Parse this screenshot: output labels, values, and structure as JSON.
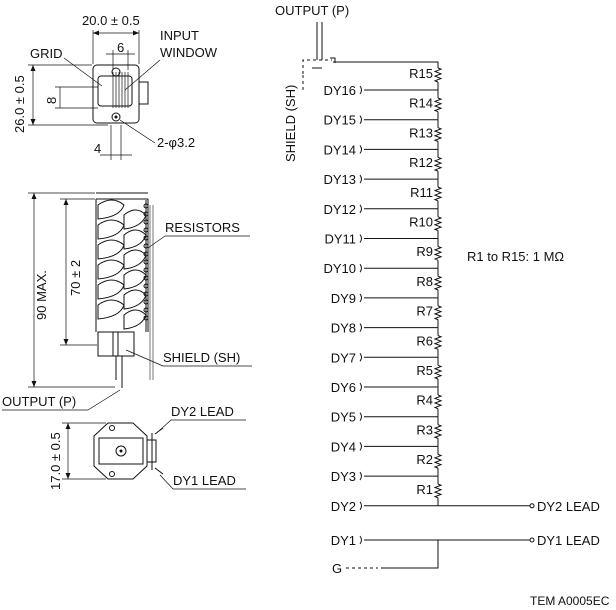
{
  "dimensions": {
    "width_top": "20.0 ± 0.5",
    "window": "6",
    "height_top": "26.0 ± 0.5",
    "inner": "8",
    "pin_space": "4",
    "holes": "2-φ3.2",
    "max_length": "90 MAX.",
    "body_length": "70 ± 2",
    "bottom_h": "17.0 ± 0.5"
  },
  "labels": {
    "grid": "GRID",
    "input_window_1": "INPUT",
    "input_window_2": "WINDOW",
    "resistors": "RESISTORS",
    "shield_sh": "SHIELD (SH)",
    "output_p": "OUTPUT (P)",
    "dy2_lead": "DY2 LEAD",
    "dy1_lead": "DY1 LEAD"
  },
  "schematic": {
    "output": "OUTPUT (P)",
    "shield": "SHIELD (SH)",
    "resistor_note": "R1 to R15: 1 MΩ",
    "dynodes": [
      "DY16",
      "DY15",
      "DY14",
      "DY13",
      "DY12",
      "DY11",
      "DY10",
      "DY9",
      "DY8",
      "DY7",
      "DY6",
      "DY5",
      "DY4",
      "DY3",
      "DY2"
    ],
    "resistors": [
      "R15",
      "R14",
      "R13",
      "R12",
      "R11",
      "R10",
      "R9",
      "R8",
      "R7",
      "R6",
      "R5",
      "R4",
      "R3",
      "R2",
      "R1"
    ],
    "dy1": "DY1",
    "ground": "G",
    "dy2_lead": "DY2 LEAD",
    "dy1_lead": "DY1 LEAD"
  },
  "code": "TEM A0005EC"
}
